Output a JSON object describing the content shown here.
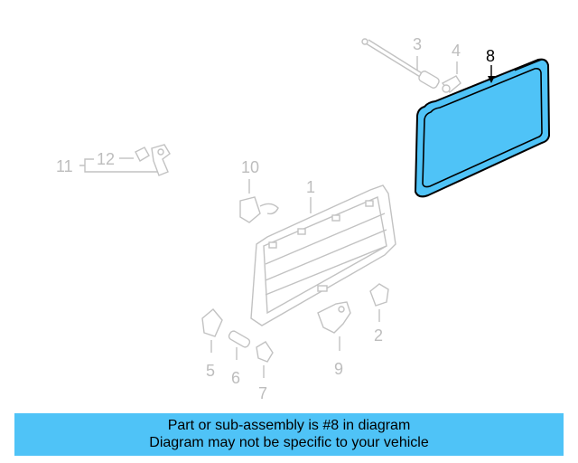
{
  "colors": {
    "highlight_fill": "#4fc3f7",
    "highlight_stroke": "#000000",
    "part_line": "#c2c2c2",
    "banner_bg": "#4fc3f7"
  },
  "callouts": {
    "c1": "1",
    "c2": "2",
    "c3": "3",
    "c4": "4",
    "c5": "5",
    "c6": "6",
    "c7": "7",
    "c8": "8",
    "c9": "9",
    "c10": "10",
    "c11": "11",
    "c12": "12"
  },
  "highlighted_part": "8",
  "banner": {
    "line1": "Part or sub-assembly is #8 in diagram",
    "line2": "Diagram may not be specific to your vehicle"
  }
}
